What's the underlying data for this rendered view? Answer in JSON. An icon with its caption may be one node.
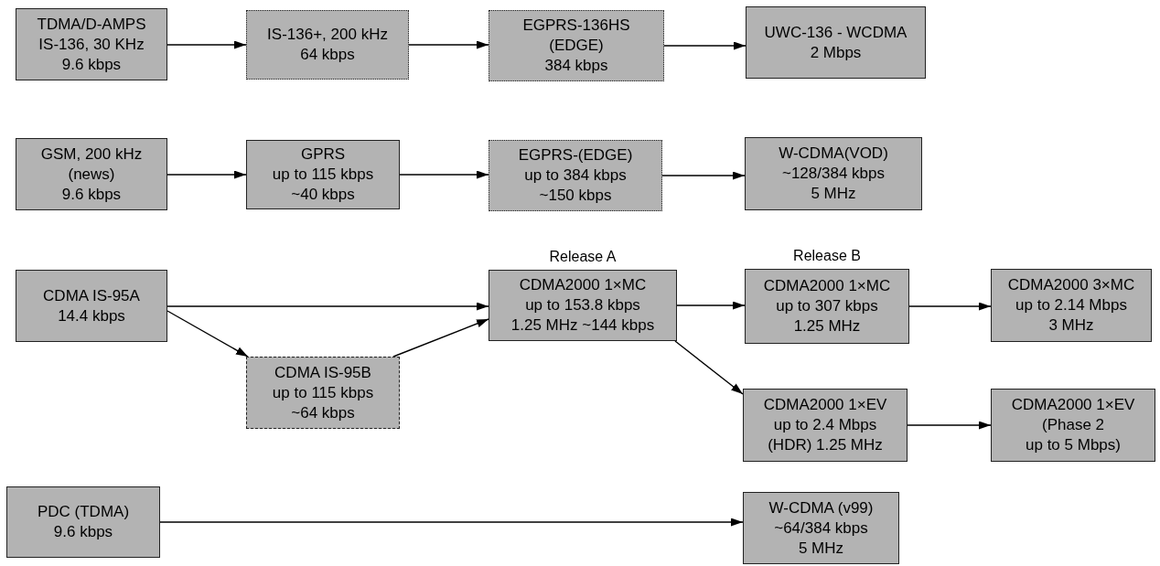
{
  "diagram": {
    "nodes": [
      {
        "text": [
          "TDMA/D-AMPS",
          "IS-136, 30 KHz",
          "9.6 kbps"
        ]
      },
      {
        "text": [
          "IS-136+, 200 kHz",
          "64 kbps"
        ]
      },
      {
        "text": [
          "EGPRS-136HS",
          "(EDGE)",
          "384 kbps"
        ]
      },
      {
        "text": [
          "UWC-136 - WCDMA",
          "2 Mbps"
        ]
      },
      {
        "text": [
          "GSM, 200 kHz",
          "(news)",
          "9.6 kbps"
        ]
      },
      {
        "text": [
          "GPRS",
          "up to 115 kbps",
          "~40 kbps"
        ]
      },
      {
        "text": [
          "EGPRS-(EDGE)",
          "up to 384 kbps",
          "~150 kbps"
        ]
      },
      {
        "text": [
          "W-CDMA(VOD)",
          "~128/384 kbps",
          "5 MHz"
        ]
      },
      {
        "text": [
          "CDMA IS-95A",
          "14.4 kbps"
        ]
      },
      {
        "text": [
          "Release A",
          "CDMA2000 1×MC",
          "up to 153.8 kbps",
          "1.25 MHz ~144 kbps"
        ]
      },
      {
        "text": [
          "Release B",
          "CDMA2000 1×MC",
          "up to 307 kbps",
          "1.25 MHz"
        ]
      },
      {
        "text": [
          "CDMA2000 3×MC",
          "up to 2.14 Mbps",
          "3 MHz"
        ]
      },
      {
        "text": [
          "CDMA IS-95B",
          "up to 115 kbps",
          "~64 kbps"
        ]
      },
      {
        "text": [
          "CDMA2000 1×EV",
          "up to 2.4 Mbps",
          "(HDR) 1.25 MHz"
        ]
      },
      {
        "text": [
          "CDMA2000 1×EV",
          "(Phase 2",
          "up to 5 Mbps)"
        ]
      },
      {
        "text": [
          "PDC (TDMA)",
          "9.6 kbps"
        ]
      },
      {
        "text": [
          "W-CDMA (v99)",
          "~64/384 kbps",
          "5 MHz"
        ]
      }
    ],
    "edges": [
      {
        "from": 0,
        "to": 1,
        "arrow": "to"
      },
      {
        "from": 1,
        "to": 2,
        "arrow": "to"
      },
      {
        "from": 2,
        "to": 3,
        "arrow": "to"
      },
      {
        "from": 4,
        "to": 5,
        "arrow": "to"
      },
      {
        "from": 5,
        "to": 6,
        "arrow": "to"
      },
      {
        "from": 6,
        "to": 7,
        "arrow": "to"
      },
      {
        "from": 8,
        "to": 9,
        "arrow": "to"
      },
      {
        "from": 8,
        "to": 12,
        "arrow": "to"
      },
      {
        "from": 12,
        "to": 9,
        "arrow": "to"
      },
      {
        "from": 9,
        "to": 10,
        "arrow": "to"
      },
      {
        "from": 10,
        "to": 11,
        "arrow": "to"
      },
      {
        "from": 9,
        "to": 13,
        "arrow": "to"
      },
      {
        "from": 13,
        "to": 14,
        "arrow": "to"
      },
      {
        "from": 15,
        "to": 16,
        "arrow": "to"
      }
    ]
  }
}
